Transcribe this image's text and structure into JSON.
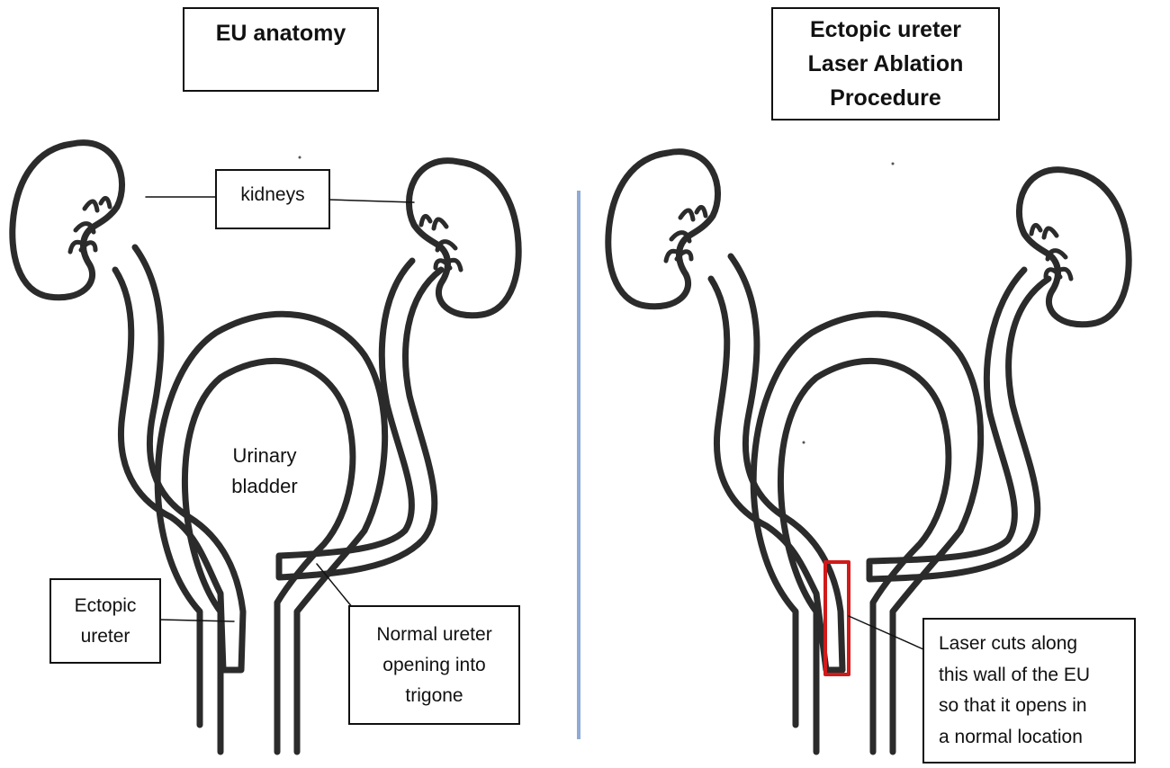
{
  "left_panel": {
    "title": "EU anatomy",
    "labels": {
      "kidneys": "kidneys",
      "urinary_bladder": "Urinary\nbladder",
      "ectopic_ureter": "Ectopic\nureter",
      "normal_ureter": "Normal ureter\nopening into\ntrigone"
    }
  },
  "right_panel": {
    "title": "Ectopic ureter\nLaser Ablation\nProcedure",
    "labels": {
      "laser_cut": "Laser cuts along\nthis wall of the EU\nso that it opens in\na normal location"
    }
  },
  "colors": {
    "outline": "#2b2b2b",
    "divider": "#8faad6",
    "highlight": "#d11a1a"
  }
}
